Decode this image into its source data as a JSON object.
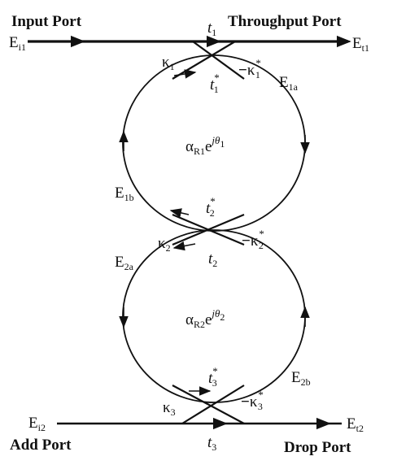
{
  "ports": {
    "input": "Input Port",
    "throughput": "Throughput Port",
    "add": "Add Port",
    "drop": "Drop Port"
  },
  "fields": {
    "ei1": {
      "base": "E",
      "sub": "i1"
    },
    "et1": {
      "base": "E",
      "sub": "t1"
    },
    "ei2": {
      "base": "E",
      "sub": "i2"
    },
    "et2": {
      "base": "E",
      "sub": "t2"
    },
    "e1a": {
      "base": "E",
      "sub": "1a"
    },
    "e1b": {
      "base": "E",
      "sub": "1b"
    },
    "e2a": {
      "base": "E",
      "sub": "2a"
    },
    "e2b": {
      "base": "E",
      "sub": "2b"
    }
  },
  "coupling": {
    "t1": {
      "base": "t",
      "sub": "1"
    },
    "t1_conj": {
      "base": "t",
      "sub": "1",
      "sup": "*"
    },
    "k1": {
      "base": "κ",
      "sub": "1"
    },
    "neg_k1_conj": {
      "prefix": "−",
      "base": "κ",
      "sub": "1",
      "sup": "*"
    },
    "t2_conj": {
      "base": "t",
      "sub": "2",
      "sup": "*"
    },
    "t2": {
      "base": "t",
      "sub": "2"
    },
    "k2": {
      "base": "κ",
      "sub": "2"
    },
    "neg_k2_conj": {
      "prefix": "−",
      "base": "κ",
      "sub": "2",
      "sup": "*"
    },
    "t3_conj": {
      "base": "t",
      "sub": "3",
      "sup": "*"
    },
    "t3": {
      "base": "t",
      "sub": "3"
    },
    "k3": {
      "base": "κ",
      "sub": "3"
    },
    "neg_k3_conj": {
      "prefix": "−",
      "base": "κ",
      "sub": "3",
      "sup": "*"
    }
  },
  "rings": {
    "r1": {
      "alpha": "α",
      "alpha_sub": "R1",
      "e": "e",
      "exp": "jθ",
      "exp_sub": "1"
    },
    "r2": {
      "alpha": "α",
      "alpha_sub": "R2",
      "e": "e",
      "exp": "jθ",
      "exp_sub": "2"
    }
  }
}
